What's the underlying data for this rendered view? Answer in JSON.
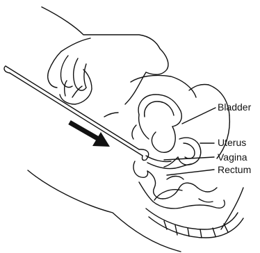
{
  "labels": {
    "bladder": "Bladder",
    "uterus": "Uterus",
    "vagina": "Vagina",
    "rectum": "Rectum"
  },
  "colors": {
    "line": "#111111",
    "background": "#ffffff"
  }
}
